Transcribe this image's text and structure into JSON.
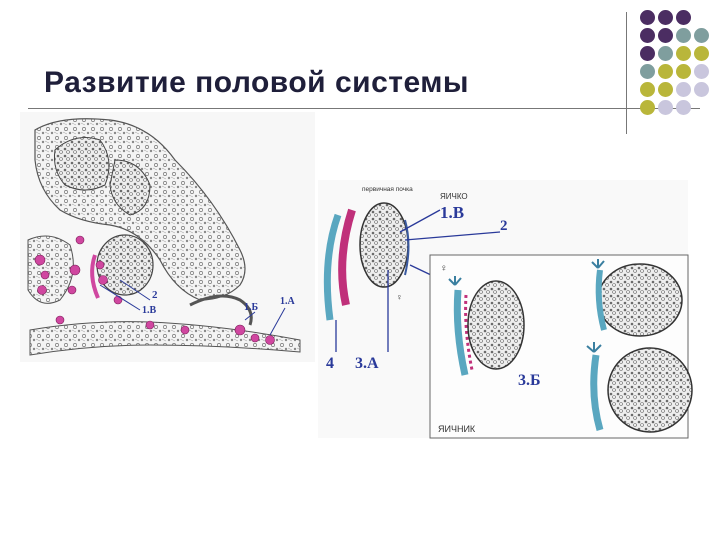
{
  "title": "Развитие половой системы",
  "colors": {
    "purple": "#4b2d62",
    "teal": "#7f9e9e",
    "olive": "#b9b63a",
    "lavender": "#c9c6dd",
    "magenta": "#c0307a",
    "label_blue": "#2a3a9a",
    "cyan": "#5aa7c0"
  },
  "left_panel": {
    "labels": [
      "2",
      "1.В",
      "1.Б",
      "1.А"
    ]
  },
  "right_panel": {
    "top_labels": [
      "первичная почка",
      "ЯИЧКО"
    ],
    "labels": [
      "1.В",
      "2",
      "4",
      "3.А",
      "3.Б"
    ],
    "female_symbol": "♀",
    "bottom_label": "ЯИЧНИК"
  }
}
